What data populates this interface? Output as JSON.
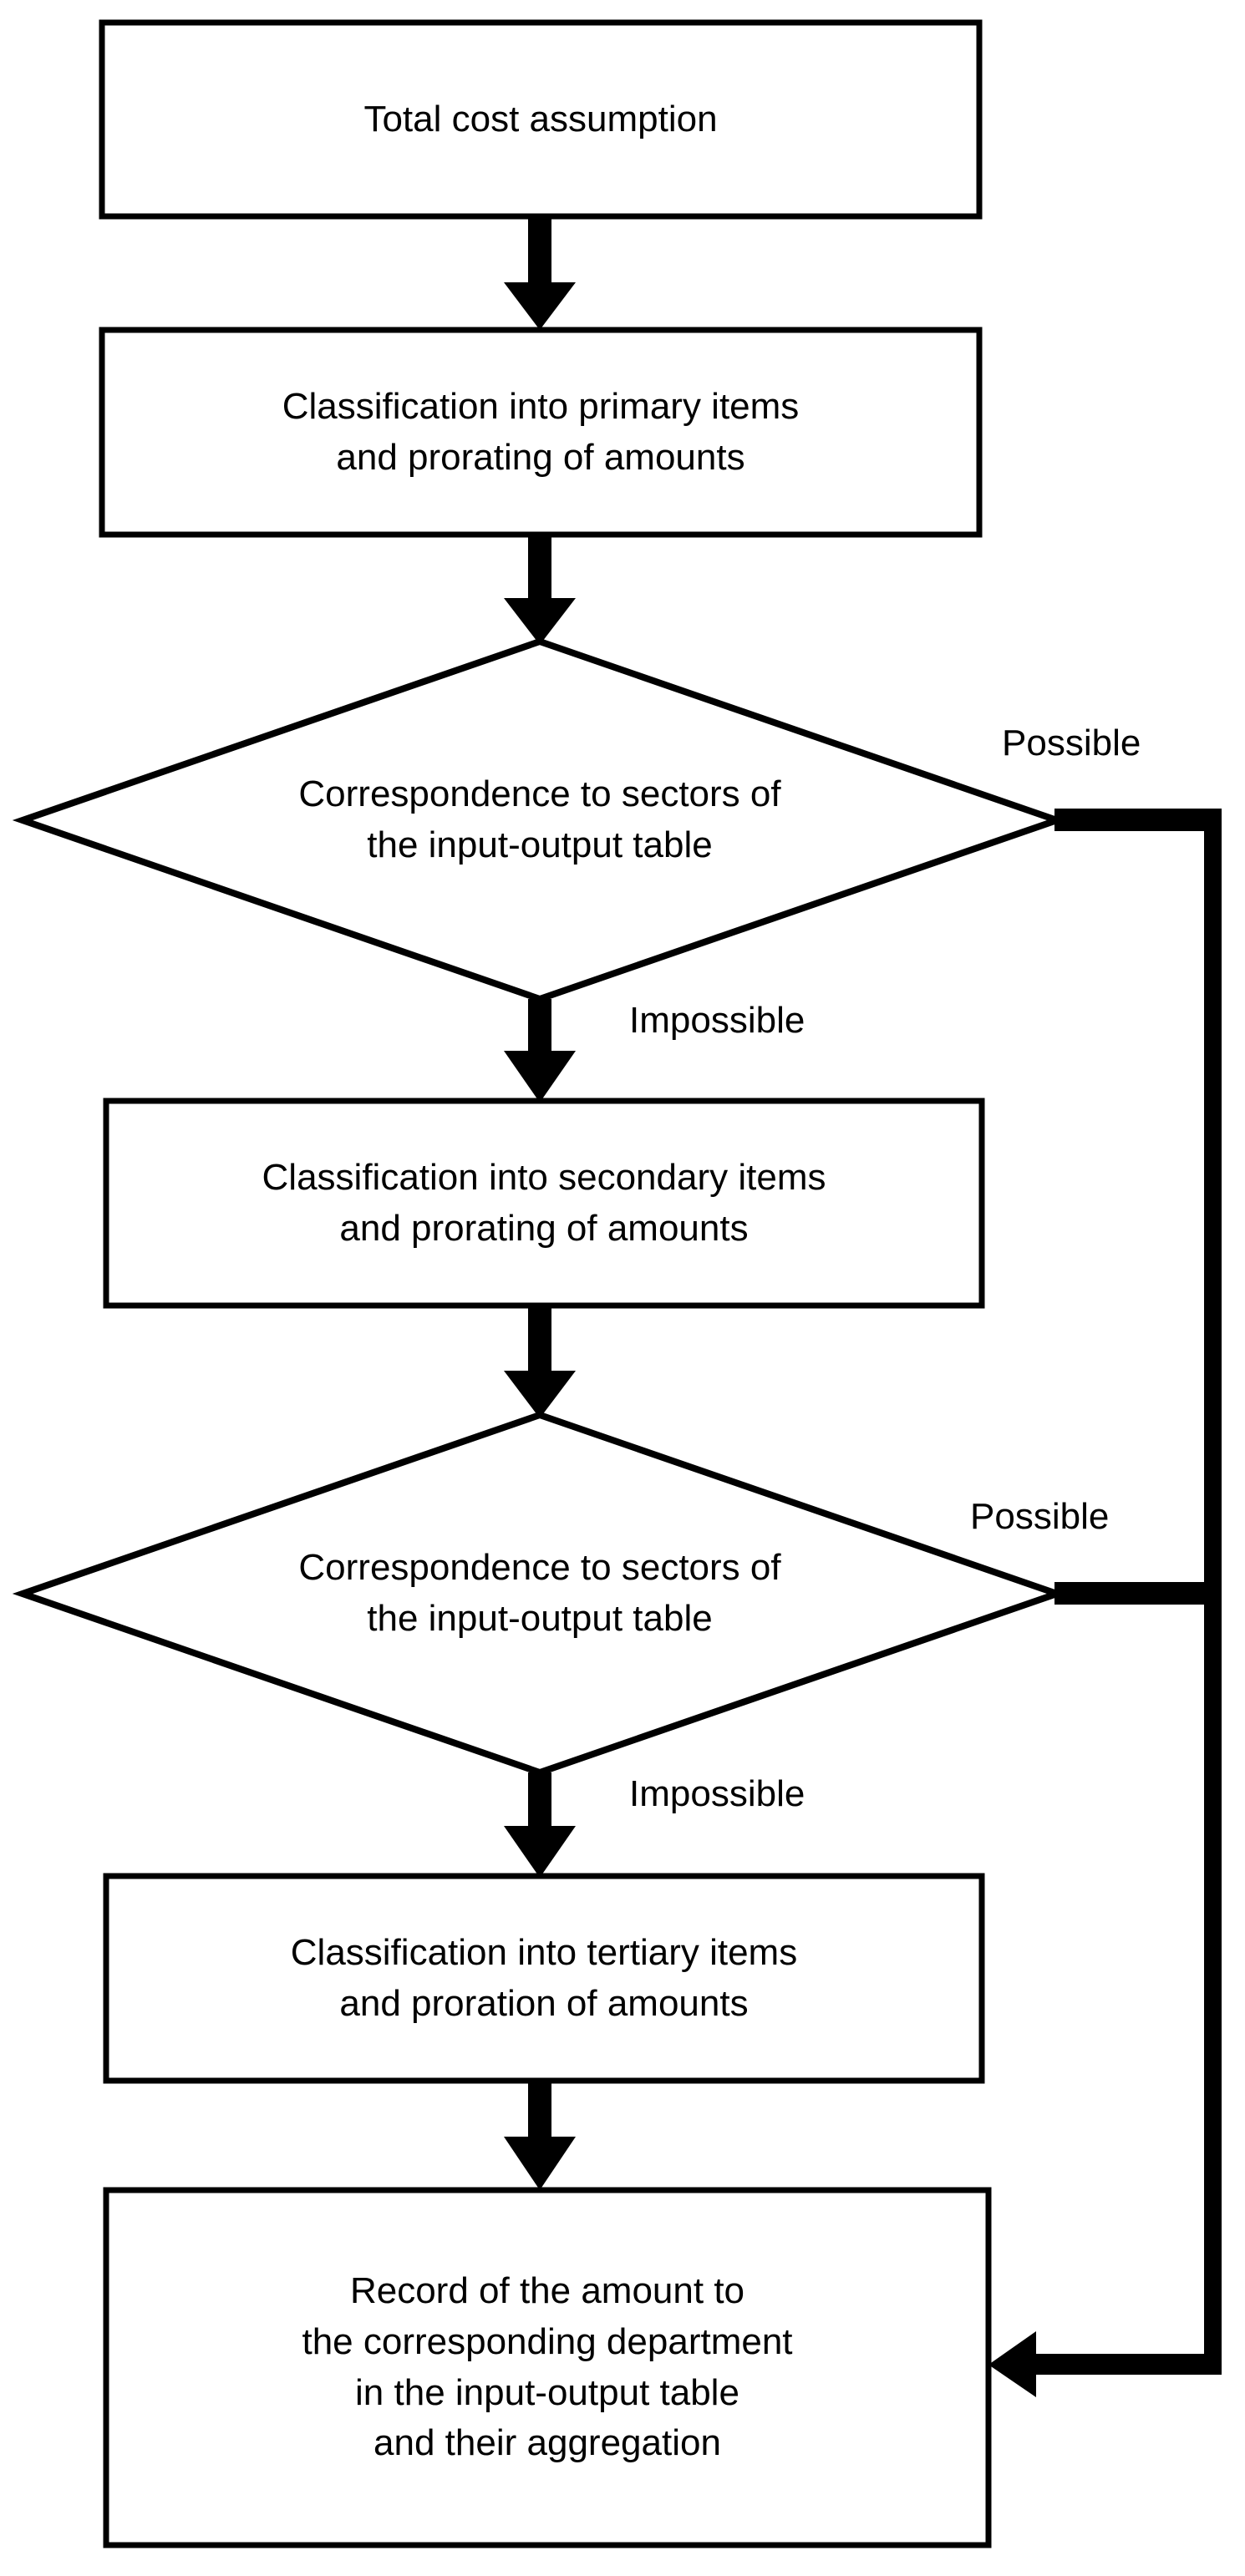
{
  "diagram": {
    "type": "flowchart",
    "orientation": "top-to-bottom",
    "background_color": "#ffffff",
    "line_color": "#000000",
    "text_color": "#000000",
    "nodes": [
      {
        "id": "total-cost-assumption",
        "shape": "rectangle",
        "text": "Total cost assumption"
      },
      {
        "id": "classification-primary",
        "shape": "rectangle",
        "text": "Classification into primary items\nand prorating of amounts"
      },
      {
        "id": "correspondence-decision-1",
        "shape": "diamond",
        "text": "Correspondence to sectors of\nthe input-output table"
      },
      {
        "id": "classification-secondary",
        "shape": "rectangle",
        "text": "Classification into secondary items\nand prorating of amounts"
      },
      {
        "id": "correspondence-decision-2",
        "shape": "diamond",
        "text": "Correspondence to sectors of\nthe input-output table"
      },
      {
        "id": "classification-tertiary",
        "shape": "rectangle",
        "text": "Classification into tertiary items\nand proration of amounts"
      },
      {
        "id": "record-amount",
        "shape": "rectangle",
        "text": "Record of the amount to\nthe corresponding department\nin the input-output table\nand their aggregation"
      }
    ],
    "edge_labels": {
      "possible_1": "Possible",
      "impossible_1": "Impossible",
      "possible_2": "Possible",
      "impossible_2": "Impossible"
    },
    "edges": [
      {
        "from": "total-cost-assumption",
        "to": "classification-primary",
        "label": ""
      },
      {
        "from": "classification-primary",
        "to": "correspondence-decision-1",
        "label": ""
      },
      {
        "from": "correspondence-decision-1",
        "to": "record-amount",
        "label": "Possible"
      },
      {
        "from": "correspondence-decision-1",
        "to": "classification-secondary",
        "label": "Impossible"
      },
      {
        "from": "classification-secondary",
        "to": "correspondence-decision-2",
        "label": ""
      },
      {
        "from": "correspondence-decision-2",
        "to": "record-amount",
        "label": "Possible"
      },
      {
        "from": "correspondence-decision-2",
        "to": "classification-tertiary",
        "label": "Impossible"
      },
      {
        "from": "classification-tertiary",
        "to": "record-amount",
        "label": ""
      }
    ]
  }
}
